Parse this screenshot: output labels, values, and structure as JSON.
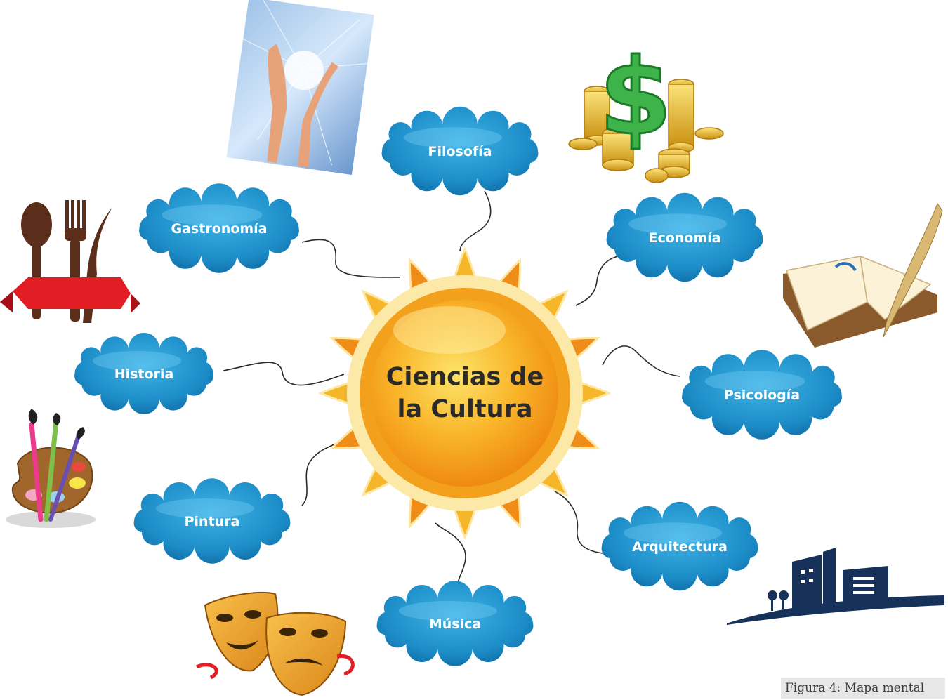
{
  "center": {
    "line1": "Ciencias de",
    "line2": "la Cultura"
  },
  "nodes": [
    {
      "id": "filosofia",
      "label": "Filosofía"
    },
    {
      "id": "gastronomia",
      "label": "Gastronomía"
    },
    {
      "id": "economia",
      "label": "Economía"
    },
    {
      "id": "historia",
      "label": "Historia"
    },
    {
      "id": "psicologia",
      "label": "Psicología"
    },
    {
      "id": "pintura",
      "label": "Pintura"
    },
    {
      "id": "arquitectura",
      "label": "Arquitectura"
    },
    {
      "id": "musica",
      "label": "Música"
    }
  ],
  "caption": "Figura 4: Mapa mental",
  "colors": {
    "cloud": "#1f8fc8",
    "sun_core": "#f7a21c",
    "ray": "#f5b62a",
    "connector": "#2b2b2b"
  },
  "icons": [
    "praying-hands-image",
    "money-icon",
    "cutlery-icon",
    "book-quill-icon",
    "palette-icon",
    "building-icon",
    "theater-masks-icon"
  ]
}
